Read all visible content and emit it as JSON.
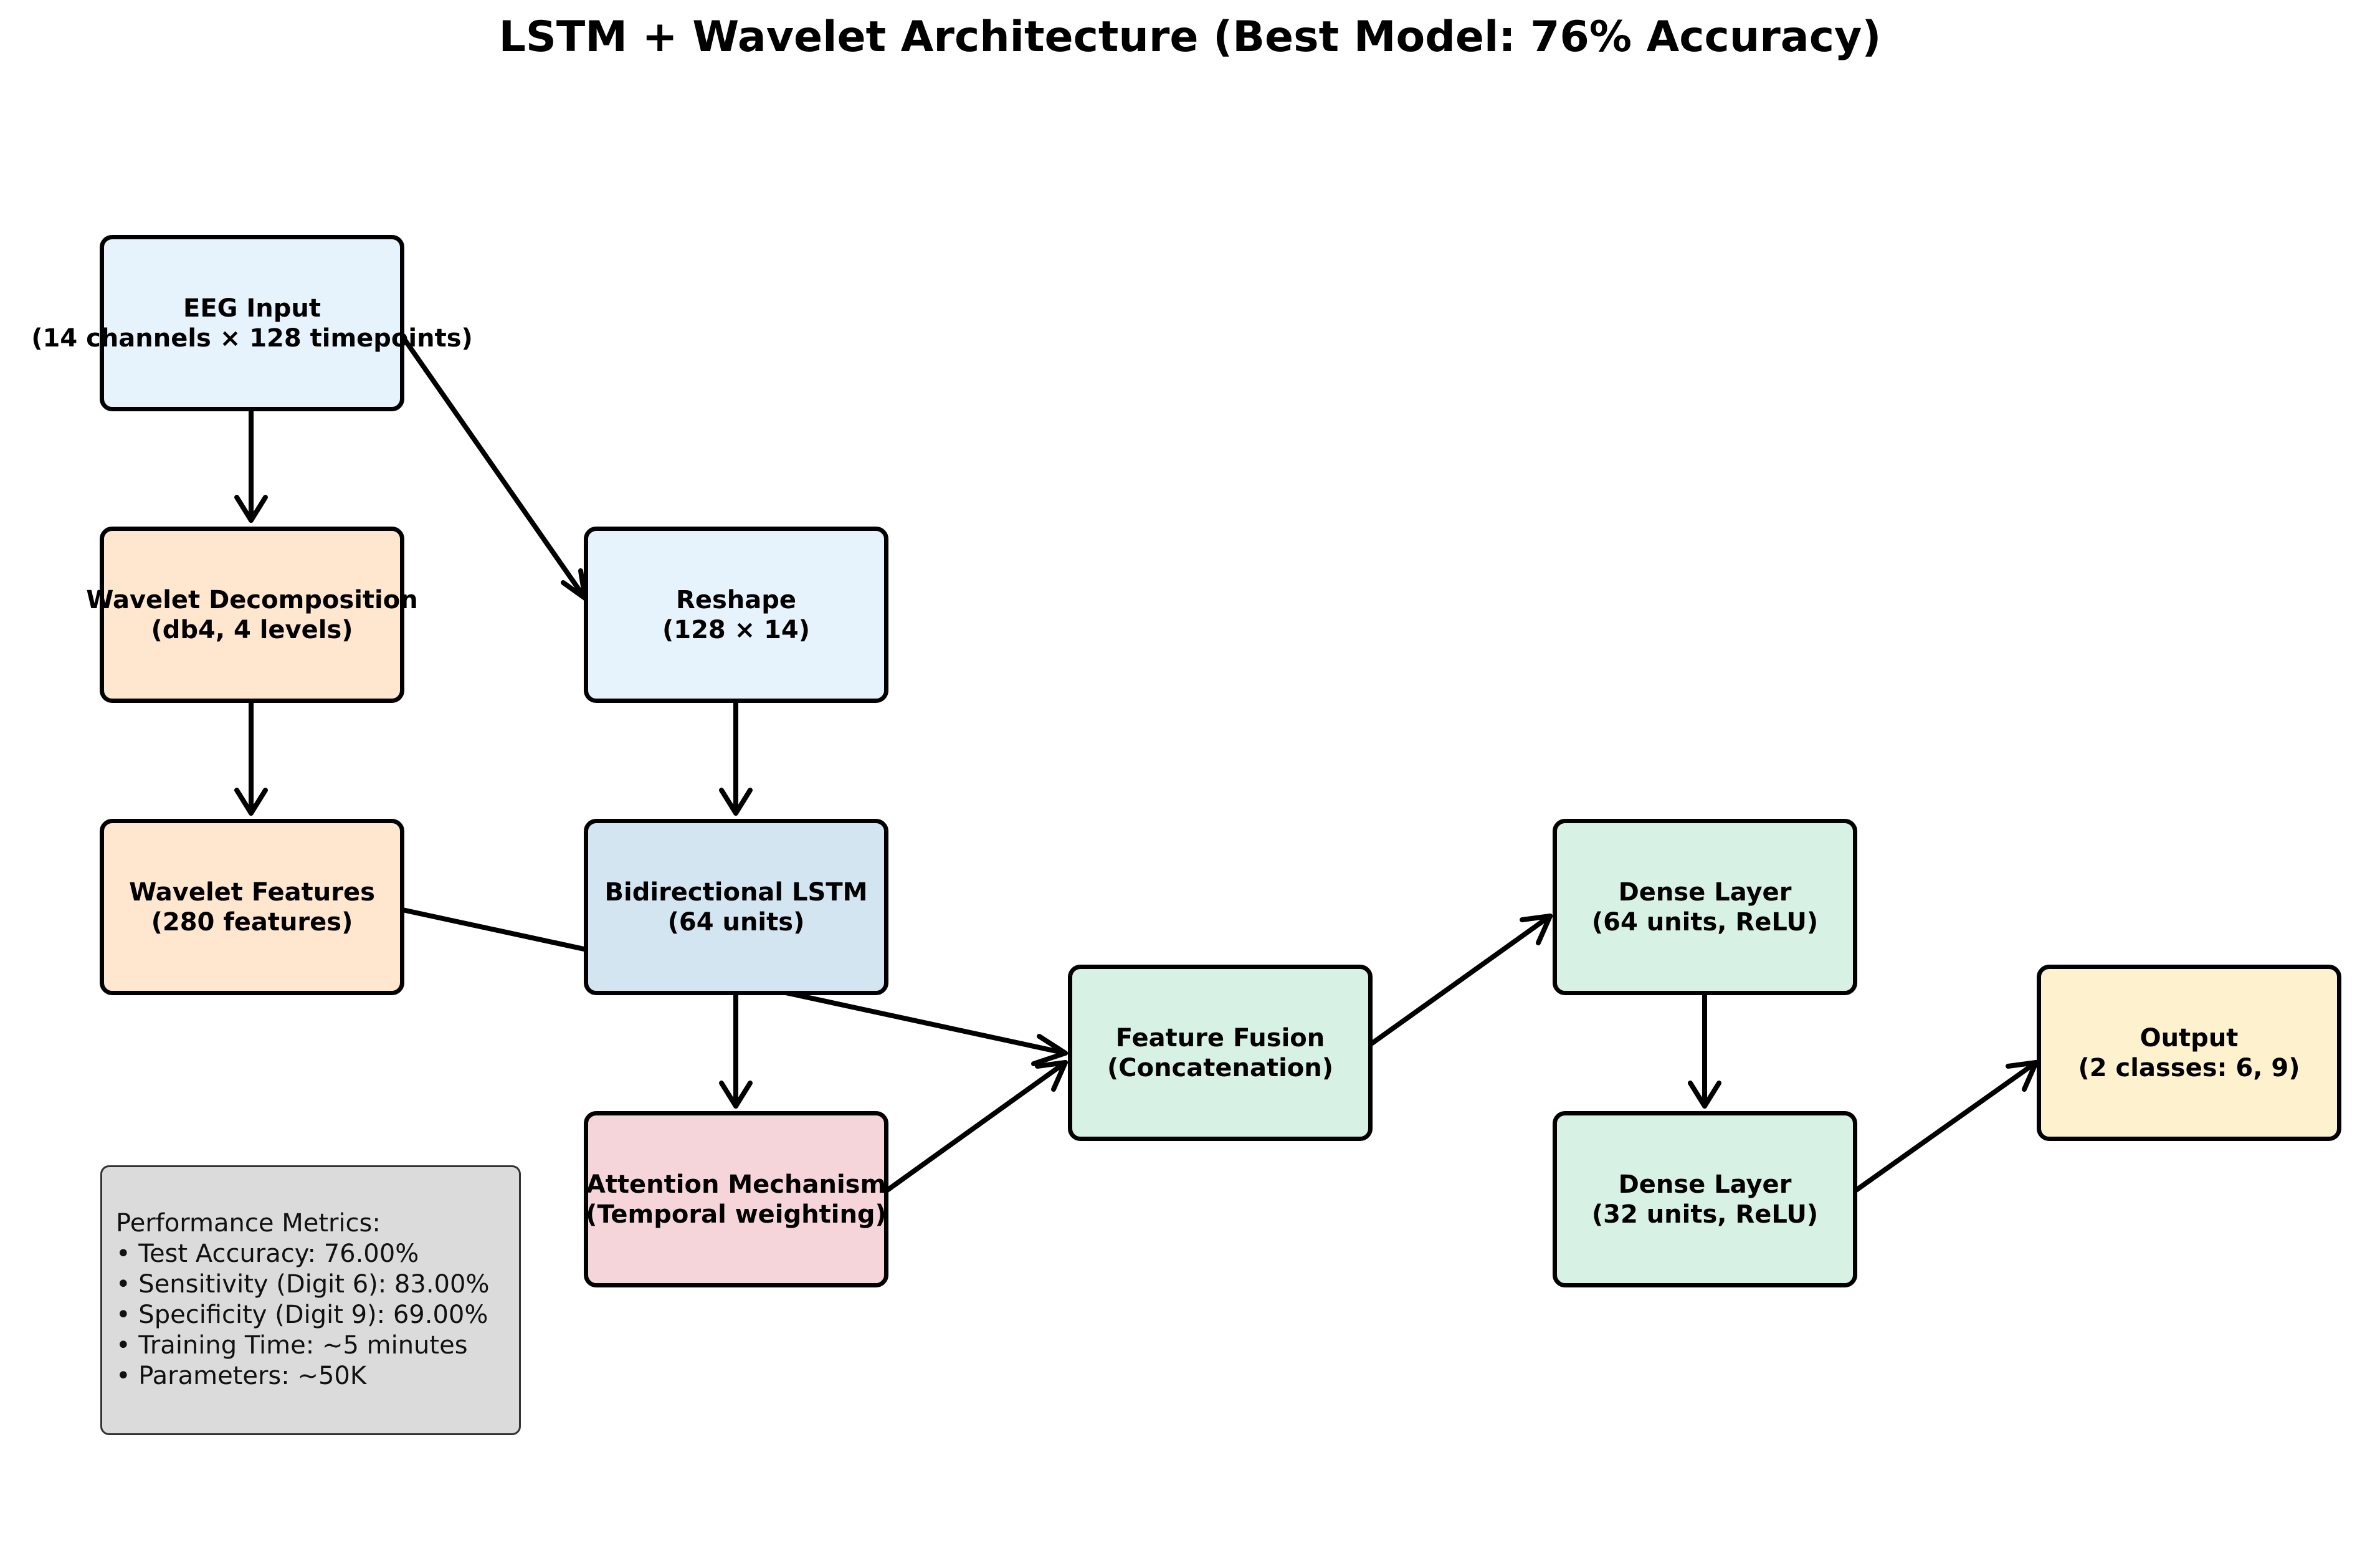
{
  "title": "LSTM + Wavelet Architecture (Best Model: 76% Accuracy)",
  "colors": {
    "input_blue": "#e6f3fc",
    "wavelet_orange": "#fee6cf",
    "lstm_blue": "#d4e5f2",
    "attention_pink": "#f6d5da",
    "dense_green": "#d7f2e4",
    "output_yellow": "#fef1cd",
    "metrics_gray": "#dbdbdb",
    "arrow": "#000000"
  },
  "nodes": {
    "eeg_input": {
      "line1": "EEG Input",
      "line2": "(14 channels × 128 timepoints)"
    },
    "wavelet_decomposition": {
      "line1": "Wavelet Decomposition",
      "line2": "(db4, 4 levels)"
    },
    "wavelet_features": {
      "line1": "Wavelet Features",
      "line2": "(280 features)"
    },
    "reshape": {
      "line1": "Reshape",
      "line2": "(128 × 14)"
    },
    "bidirectional_lstm": {
      "line1": "Bidirectional LSTM",
      "line2": "(64 units)"
    },
    "attention_mechanism": {
      "line1": "Attention Mechanism",
      "line2": "(Temporal weighting)"
    },
    "feature_fusion": {
      "line1": "Feature Fusion",
      "line2": "(Concatenation)"
    },
    "dense_64": {
      "line1": "Dense Layer",
      "line2": "(64 units, ReLU)"
    },
    "dense_32": {
      "line1": "Dense Layer",
      "line2": "(32 units, ReLU)"
    },
    "output": {
      "line1": "Output",
      "line2": "(2 classes: 6, 9)"
    }
  },
  "edges": [
    {
      "from": "eeg_input",
      "to": "wavelet_decomposition"
    },
    {
      "from": "eeg_input",
      "to": "reshape"
    },
    {
      "from": "wavelet_decomposition",
      "to": "wavelet_features"
    },
    {
      "from": "reshape",
      "to": "bidirectional_lstm"
    },
    {
      "from": "bidirectional_lstm",
      "to": "attention_mechanism"
    },
    {
      "from": "wavelet_features",
      "to": "feature_fusion"
    },
    {
      "from": "attention_mechanism",
      "to": "feature_fusion"
    },
    {
      "from": "feature_fusion",
      "to": "dense_64"
    },
    {
      "from": "dense_64",
      "to": "dense_32"
    },
    {
      "from": "dense_32",
      "to": "output"
    }
  ],
  "metrics": {
    "heading": "Performance Metrics:",
    "items": [
      "• Test Accuracy: 76.00%",
      "• Sensitivity (Digit 6): 83.00%",
      "• Specificity (Digit 9): 69.00%",
      "• Training Time: ~5 minutes",
      "• Parameters: ~50K"
    ]
  }
}
